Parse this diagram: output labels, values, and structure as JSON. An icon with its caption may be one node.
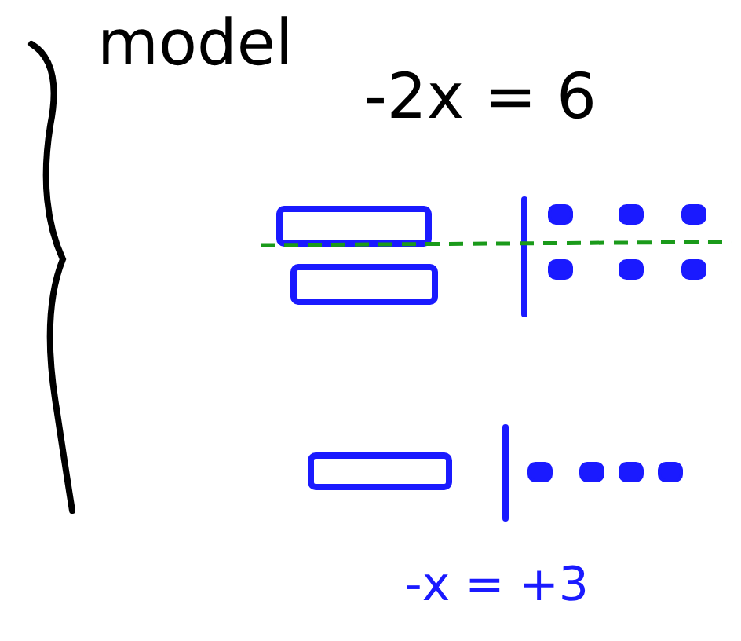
{
  "diagram": {
    "title": "model",
    "labels": [
      "-2x = 6",
      "-x = +3"
    ]
  }
}
